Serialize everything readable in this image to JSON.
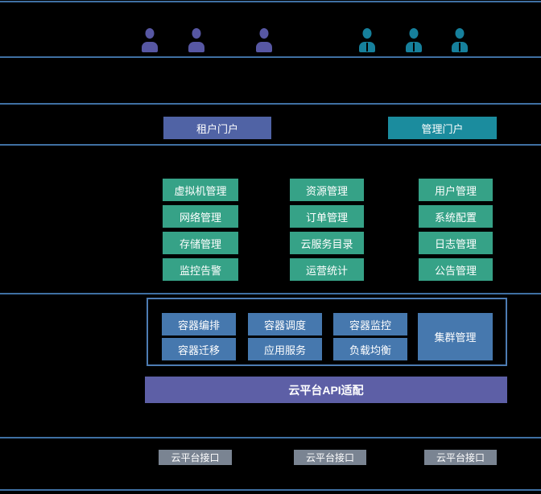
{
  "diagram": {
    "palette": {
      "background": "#000000",
      "separator_line": "#3f70a3",
      "tenant_portal": "#5063a5",
      "admin_portal": "#1b8c9e",
      "management_node": "#36a287",
      "container_node": "#4678ae",
      "container_box_border": "#4d7cb3",
      "api_adapter": "#5d5fa6",
      "cloud_interface": "#7a8492",
      "tenant_user_icon": "#5757a3",
      "admin_user_icon": "#16809c",
      "text": "#ffffff"
    },
    "actors": {
      "tenant_icon": "person-icon",
      "admin_icon": "person-tie-icon",
      "tenant_count": 3,
      "admin_count": 3
    },
    "portals": {
      "tenant": {
        "label": "租户门户"
      },
      "admin": {
        "label": "管理门户"
      }
    },
    "management": {
      "columns": [
        {
          "items": [
            "虚拟机管理",
            "网络管理",
            "存储管理",
            "监控告警"
          ]
        },
        {
          "items": [
            "资源管理",
            "订单管理",
            "云服务目录",
            "运营统计"
          ]
        },
        {
          "items": [
            "用户管理",
            "系统配置",
            "日志管理",
            "公告管理"
          ]
        }
      ]
    },
    "container_platform": {
      "row1": [
        "容器编排",
        "容器调度",
        "容器监控"
      ],
      "row2": [
        "容器迁移",
        "应用服务",
        "负载均衡"
      ],
      "cluster": "集群管理"
    },
    "api_adapter": {
      "label": "云平台API适配"
    },
    "cloud_interfaces": {
      "items": [
        "云平台接口",
        "云平台接口",
        "云平台接口"
      ]
    }
  }
}
